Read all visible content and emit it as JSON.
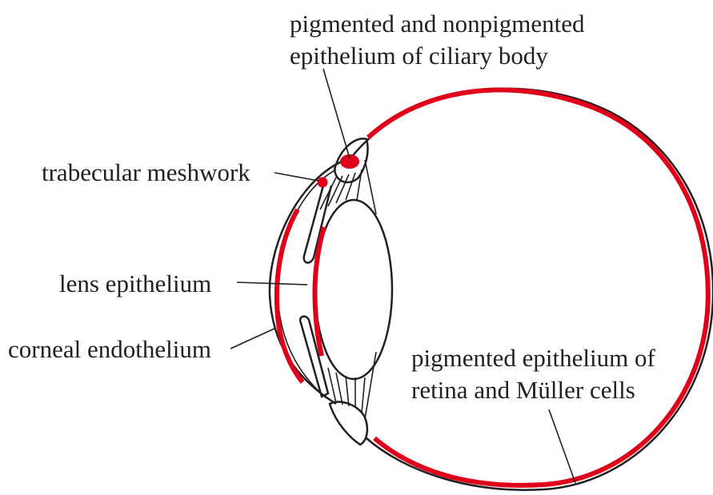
{
  "diagram": {
    "labels": {
      "ciliary_line1": "pigmented and nonpigmented",
      "ciliary_line2": "epithelium of ciliary body",
      "trabecular": "trabecular meshwork",
      "lens": "lens epithelium",
      "corneal": "corneal endothelium",
      "retina_line1": "pigmented epithelium of",
      "retina_line2": "retina and Müller cells"
    },
    "colors": {
      "outline": "#231f20",
      "highlight": "#e0001a",
      "background": "#ffffff"
    }
  }
}
